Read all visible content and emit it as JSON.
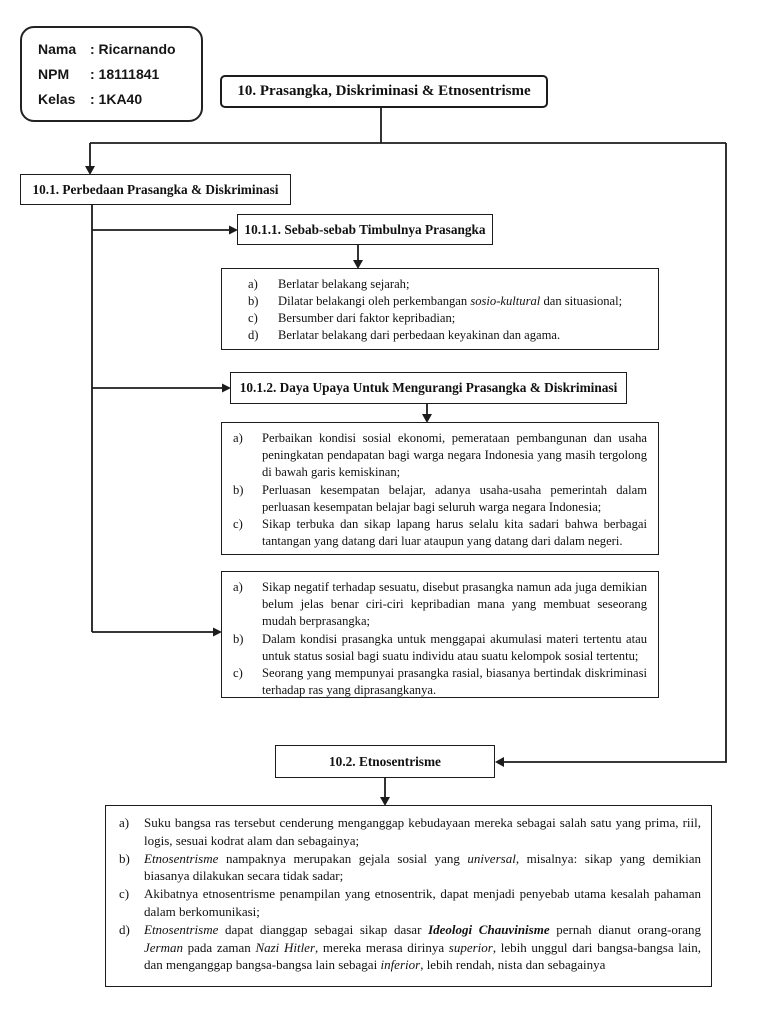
{
  "student": {
    "rows": [
      {
        "label": "Nama",
        "value": ": Ricarnando"
      },
      {
        "label": "NPM",
        "value": ": 18111841"
      },
      {
        "label": "Kelas",
        "value": ": 1KA40"
      }
    ]
  },
  "diagram": {
    "title": "10. Prasangka, Diskriminasi & Etnosentrisme",
    "node_10_1": "10.1. Perbedaan Prasangka & Diskriminasi",
    "node_10_1_1": "10.1.1. Sebab-sebab Timbulnya Prasangka",
    "node_10_1_2": "10.1.2. Daya Upaya Untuk Mengurangi  Prasangka & Diskriminasi",
    "node_10_2": "10.2. Etnosentrisme",
    "list_sebab_prasangka": [
      {
        "label": "a)",
        "segments": [
          {
            "t": "Berlatar belakang sejarah;"
          }
        ]
      },
      {
        "label": "b)",
        "segments": [
          {
            "t": "Dilatar belakangi oleh perkembangan "
          },
          {
            "t": "sosio-kultural",
            "i": true
          },
          {
            "t": " dan situasional;"
          }
        ]
      },
      {
        "label": "c)",
        "segments": [
          {
            "t": "Bersumber dari faktor kepribadian;"
          }
        ]
      },
      {
        "label": "d)",
        "segments": [
          {
            "t": "Berlatar belakang dari perbedaan keyakinan dan agama."
          }
        ]
      }
    ],
    "list_daya_upaya": [
      {
        "label": "a)",
        "segments": [
          {
            "t": "Perbaikan kondisi sosial ekonomi, pemerataan pembangunan dan usaha peningkatan pendapatan bagi warga negara Indonesia yang masih tergolong di bawah garis kemiskinan;"
          }
        ]
      },
      {
        "label": "b)",
        "segments": [
          {
            "t": "Perluasan kesempatan belajar, adanya usaha-usaha pemerintah dalam perluasan kesempatan belajar bagi seluruh warga negara Indonesia;"
          }
        ]
      },
      {
        "label": "c)",
        "segments": [
          {
            "t": "Sikap terbuka dan sikap lapang harus selalu kita sadari bahwa berbagai tantangan yang datang dari luar ataupun yang datang dari dalam negeri."
          }
        ]
      }
    ],
    "list_prasangka_diskriminasi": [
      {
        "label": "a)",
        "segments": [
          {
            "t": "Sikap negatif terhadap sesuatu, disebut prasangka namun ada juga demikian belum jelas benar ciri-ciri kepribadian mana yang membuat seseorang mudah berprasangka;"
          }
        ]
      },
      {
        "label": "b)",
        "segments": [
          {
            "t": "Dalam kondisi prasangka untuk menggapai akumulasi materi tertentu atau untuk status sosial bagi suatu individu atau suatu kelompok sosial tertentu;"
          }
        ]
      },
      {
        "label": "c)",
        "segments": [
          {
            "t": "Seorang yang mempunyai prasangka rasial, biasanya bertindak diskriminasi terhadap ras yang diprasangkanya."
          }
        ]
      }
    ],
    "list_etnosentrisme": [
      {
        "label": "a)",
        "segments": [
          {
            "t": "Suku bangsa ras tersebut cenderung menganggap kebudayaan mereka sebagai salah satu yang prima, riil, logis, sesuai kodrat alam dan sebagainya;"
          }
        ]
      },
      {
        "label": "b)",
        "segments": [
          {
            "t": "Etnosentrisme",
            "i": true
          },
          {
            "t": " nampaknya merupakan gejala sosial yang "
          },
          {
            "t": "universal",
            "i": true
          },
          {
            "t": ", misalnya: sikap yang demikian biasanya dilakukan secara tidak sadar;"
          }
        ]
      },
      {
        "label": "c)",
        "segments": [
          {
            "t": "Akibatnya etnosentrisme penampilan yang etnosentrik, dapat menjadi penyebab utama kesalah pahaman dalam berkomunikasi;"
          }
        ]
      },
      {
        "label": "d)",
        "segments": [
          {
            "t": "Etnosentrisme",
            "i": true
          },
          {
            "t": " dapat dianggap sebagai sikap dasar "
          },
          {
            "t": "Ideologi Chauvinisme",
            "i": true,
            "b": true
          },
          {
            "t": " pernah dianut orang-orang "
          },
          {
            "t": "Jerman",
            "i": true
          },
          {
            "t": " pada zaman "
          },
          {
            "t": "Nazi Hitler",
            "i": true
          },
          {
            "t": ", mereka merasa dirinya "
          },
          {
            "t": "superior",
            "i": true
          },
          {
            "t": ", lebih unggul dari bangsa-bangsa lain, dan menganggap bangsa-bangsa lain sebagai "
          },
          {
            "t": "inferior",
            "i": true
          },
          {
            "t": ", lebih rendah, nista dan sebagainya"
          }
        ]
      }
    ]
  },
  "colors": {
    "line": "#1c1c1c",
    "background": "#ffffff",
    "text": "#111111"
  }
}
